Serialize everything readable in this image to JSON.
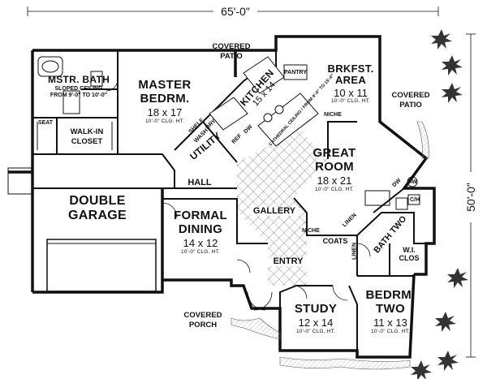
{
  "plan": {
    "overall_width": "65'-0\"",
    "overall_depth": "50'-0\"",
    "rooms": {
      "mstr_bath": {
        "name": "MSTR. BATH",
        "note1": "SLOPED CEILING",
        "note2": "FROM 9'-0\" TO 10'-0\""
      },
      "master_bedroom": {
        "name1": "MASTER",
        "name2": "BEDRM.",
        "size": "18 x 17",
        "ceiling": "10'-0\" CLG. HT."
      },
      "kitchen": {
        "name": "KITCHEN",
        "size": "15 x 14"
      },
      "breakfast": {
        "name1": "BRKFST.",
        "name2": "AREA",
        "size": "10 x 11",
        "ceiling": "10'-0\" CLG. HT."
      },
      "great_room": {
        "name1": "GREAT",
        "name2": "ROOM",
        "size": "18 x 21",
        "ceiling": "10'-0\" CLG. HT."
      },
      "double_garage": {
        "name1": "DOUBLE",
        "name2": "GARAGE"
      },
      "formal_dining": {
        "name1": "FORMAL",
        "name2": "DINING",
        "size": "14 x 12",
        "ceiling": "10'-0\" CLG. HT."
      },
      "study": {
        "name": "STUDY",
        "size": "12 x 14",
        "ceiling": "10'-0\" CLG. HT."
      },
      "bedroom_two": {
        "name1": "BEDRM.",
        "name2": "TWO",
        "size": "11 x 13",
        "ceiling": "10'-0\" CLG. HT."
      }
    },
    "labels": {
      "covered_patio_top": [
        "COVERED",
        "PATIO"
      ],
      "covered_patio_right": [
        "COVERED",
        "PATIO"
      ],
      "covered_porch": [
        "COVERED",
        "PORCH"
      ],
      "walk_in_closet": [
        "WALK-IN",
        "CLOSET"
      ],
      "seat": "SEAT",
      "utility": "UTILITY",
      "hall": "HALL",
      "gallery": "GALLERY",
      "entry": "ENTRY",
      "coats": "COATS",
      "bath_two": "BATH TWO",
      "wi_clos": [
        "W.I.",
        "CLOS"
      ],
      "pantry": "PANTRY",
      "niche": "NICHE",
      "linen": "LINEN",
      "shelf": "SHELF",
      "wash": "WASH",
      "dry": "DRY",
      "ref": "REF",
      "dw": "DW",
      "dw_right": "DW",
      "hw": "HW",
      "ch": "C/H",
      "ceiling_note": "CATHEDRAL CEILING / FROM 9'-0\" TO 15'-0\""
    }
  }
}
